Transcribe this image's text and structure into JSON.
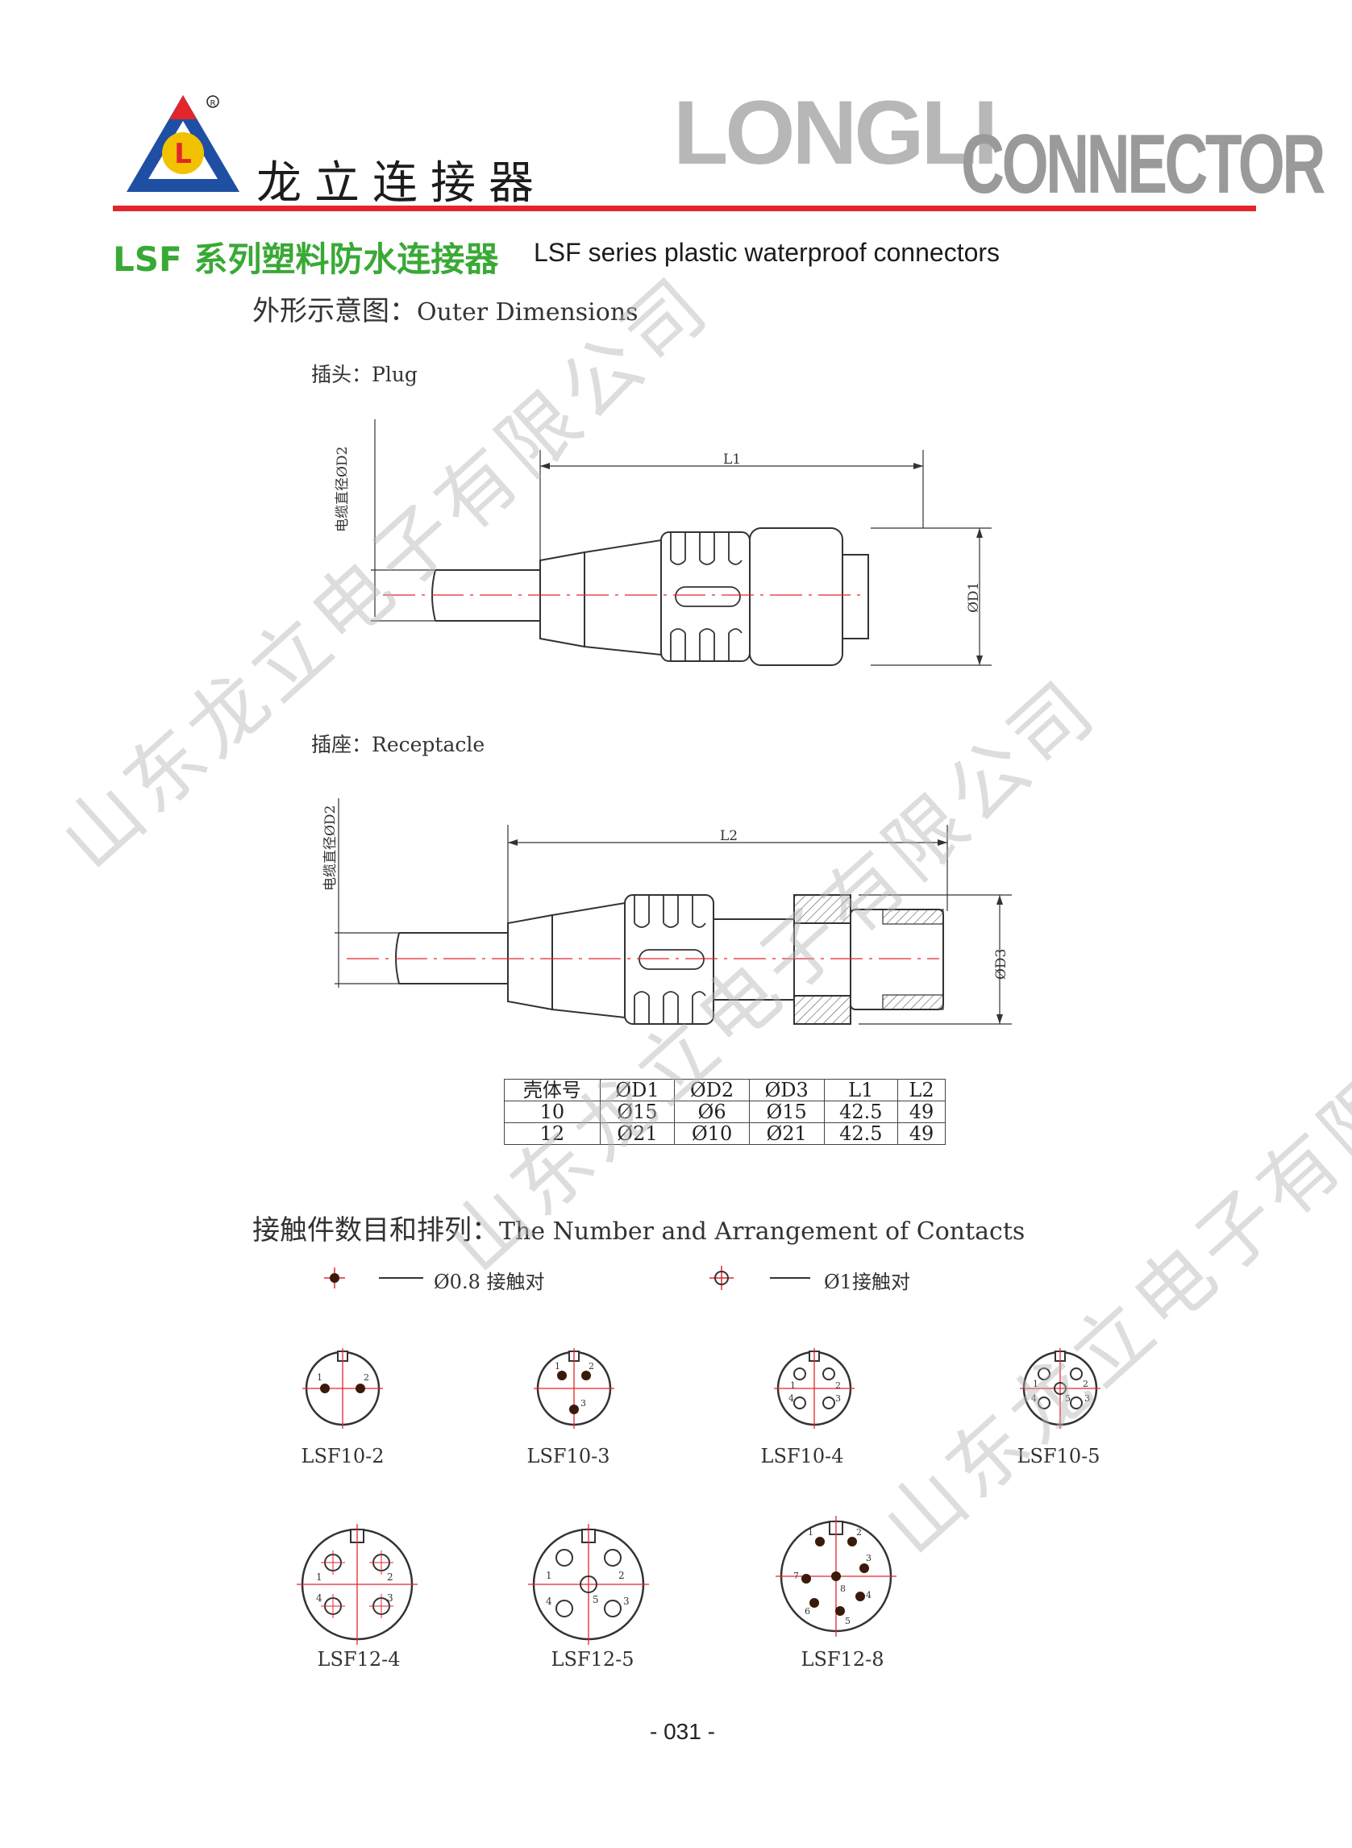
{
  "header": {
    "logo_cn": "龙立连接器",
    "brand_main": "LONGLI",
    "brand_sub": "CONNECTOR"
  },
  "title": {
    "cn": "LSF 系列塑料防水连接器",
    "en": "LSF series plastic waterproof connectors"
  },
  "outer_dimensions": {
    "heading_cn": "外形示意图：",
    "heading_en": "Outer Dimensions"
  },
  "plug": {
    "label": "插头：Plug",
    "cable_dim_label": "电缆直径ØD2",
    "length_label": "L1",
    "diameter_label": "ØD1"
  },
  "receptacle": {
    "label": "插座：Receptacle",
    "cable_dim_label": "电缆直径ØD2",
    "length_label": "L2",
    "diameter_label": "ØD3"
  },
  "spec_table": {
    "headers": [
      "壳体号",
      "ØD1",
      "ØD2",
      "ØD3",
      "L1",
      "L2"
    ],
    "rows": [
      [
        "10",
        "Ø15",
        "Ø6",
        "Ø15",
        "42.5",
        "49"
      ],
      [
        "12",
        "Ø21",
        "Ø10",
        "Ø21",
        "42.5",
        "49"
      ]
    ]
  },
  "contacts": {
    "heading_cn": "接触件数目和排列：",
    "heading_en": "The Number and Arrangement of Contacts",
    "legend_small": "Ø0.8 接触对",
    "legend_large": "Ø1接触对"
  },
  "models": [
    "LSF10-2",
    "LSF10-3",
    "LSF10-4",
    "LSF10-5",
    "LSF12-4",
    "LSF12-5",
    "LSF12-8"
  ],
  "pin_numbers": {
    "lsf10_2": [
      "1",
      "2"
    ],
    "lsf10_3": [
      "1",
      "2",
      "3"
    ],
    "lsf10_4": [
      "1",
      "2",
      "3",
      "4"
    ],
    "lsf10_5": [
      "1",
      "2",
      "3",
      "4",
      "5"
    ],
    "lsf12_4": [
      "1",
      "2",
      "3",
      "4"
    ],
    "lsf12_5": [
      "1",
      "2",
      "3",
      "4",
      "5"
    ],
    "lsf12_8": [
      "1",
      "2",
      "3",
      "4",
      "5",
      "6",
      "7",
      "8"
    ]
  },
  "watermark": "山东龙立电子有限公司",
  "page_number": "- 031 -",
  "colors": {
    "accent_red": "#e3262b",
    "title_green": "#39a935",
    "logo_blue": "#1f4fa3",
    "logo_yellow": "#f2c200"
  }
}
